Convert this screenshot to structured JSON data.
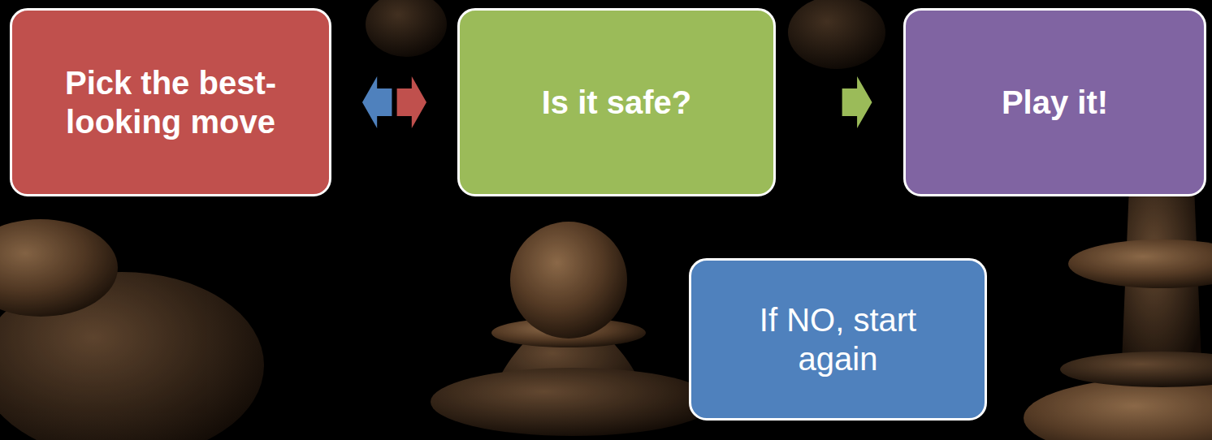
{
  "diagram": {
    "nodes": [
      {
        "text": [
          "Pick the best-looking move"
        ]
      },
      {
        "text": [
          "Is it safe?"
        ]
      },
      {
        "text": [
          "Play it!"
        ]
      },
      {
        "text": [
          "If NO, start again"
        ]
      }
    ],
    "edges": [
      {
        "from": 0,
        "to": 1,
        "arrow": "to"
      },
      {
        "from": 1,
        "to": 2,
        "arrow": "to"
      },
      {
        "from": 1,
        "to": 0,
        "arrow": "to"
      }
    ]
  }
}
